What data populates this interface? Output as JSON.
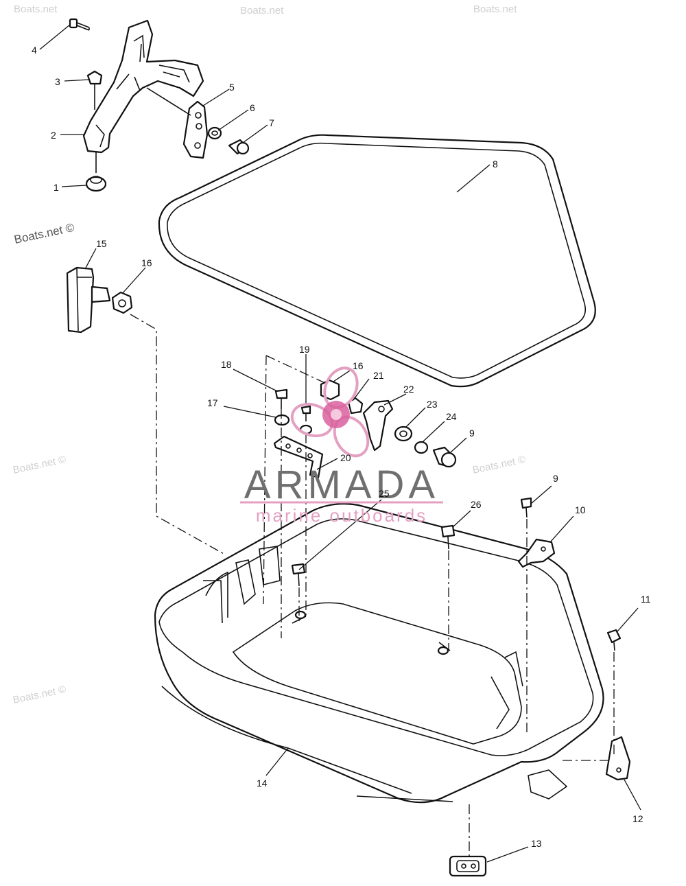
{
  "watermark": {
    "text": "Boats.net ©",
    "short": "Boats.net"
  },
  "logo": {
    "name": "ARMADA",
    "tagline": "marine outboards",
    "colors": {
      "text": "#6f6f6f",
      "accent": "#e4a0c2",
      "propeller": "#d9609e"
    }
  },
  "callouts": [
    "1",
    "2",
    "3",
    "4",
    "5",
    "6",
    "7",
    "8",
    "9",
    "10",
    "11",
    "12",
    "13",
    "14",
    "15",
    "16",
    "17",
    "18",
    "19",
    "20",
    "21",
    "22",
    "23",
    "24",
    "25",
    "26"
  ],
  "labels": {
    "c1": "1",
    "c2": "2",
    "c3": "3",
    "c4": "4",
    "c5": "5",
    "c6": "6",
    "c7": "7",
    "c8": "8",
    "c9a": "9",
    "c9b": "9",
    "c10": "10",
    "c11": "11",
    "c12": "12",
    "c13": "13",
    "c14": "14",
    "c15": "15",
    "c16a": "16",
    "c16b": "16",
    "c17": "17",
    "c18": "18",
    "c19": "19",
    "c20": "20",
    "c21": "21",
    "c22": "22",
    "c23": "23",
    "c24": "24",
    "c25": "25",
    "c26": "26"
  }
}
